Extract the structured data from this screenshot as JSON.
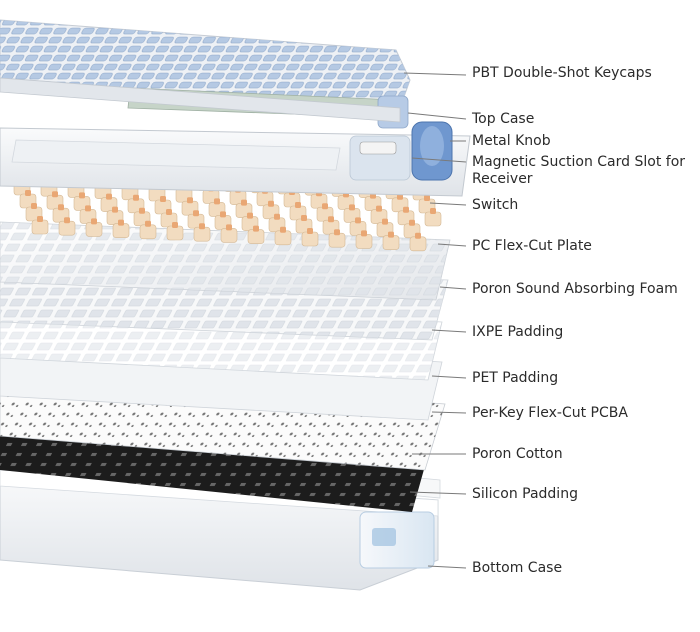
{
  "labels": [
    {
      "id": "keycaps",
      "text": "PBT Double-Shot Keycaps"
    },
    {
      "id": "top_case",
      "text": "Top Case"
    },
    {
      "id": "metal_knob",
      "text": "Metal Knob"
    },
    {
      "id": "card_slot",
      "text": "Magnetic Suction Card Slot for Receiver"
    },
    {
      "id": "switch",
      "text": "Switch"
    },
    {
      "id": "plate",
      "text": "PC Flex-Cut Plate"
    },
    {
      "id": "poron_foam",
      "text": "Poron Sound Absorbing Foam"
    },
    {
      "id": "ixpe",
      "text": "IXPE Padding"
    },
    {
      "id": "pet",
      "text": "PET Padding"
    },
    {
      "id": "pcba",
      "text": "Per-Key Flex-Cut PCBA"
    },
    {
      "id": "poron_cotton",
      "text": "Poron Cotton"
    },
    {
      "id": "silicon",
      "text": "Silicon Padding"
    },
    {
      "id": "bottom_case",
      "text": "Bottom Case"
    }
  ],
  "colors": {
    "leader_line": "#7a7a7a",
    "keycap_blue": "#9cb6d8",
    "keycap_sage": "#b9c8bc",
    "case_white": "#f3f4f6",
    "switch_cream": "#f2dcc0",
    "switch_stem": "#e9a774",
    "pcba_black": "#1c1c1c",
    "knob_blue": "#5d86c2"
  }
}
